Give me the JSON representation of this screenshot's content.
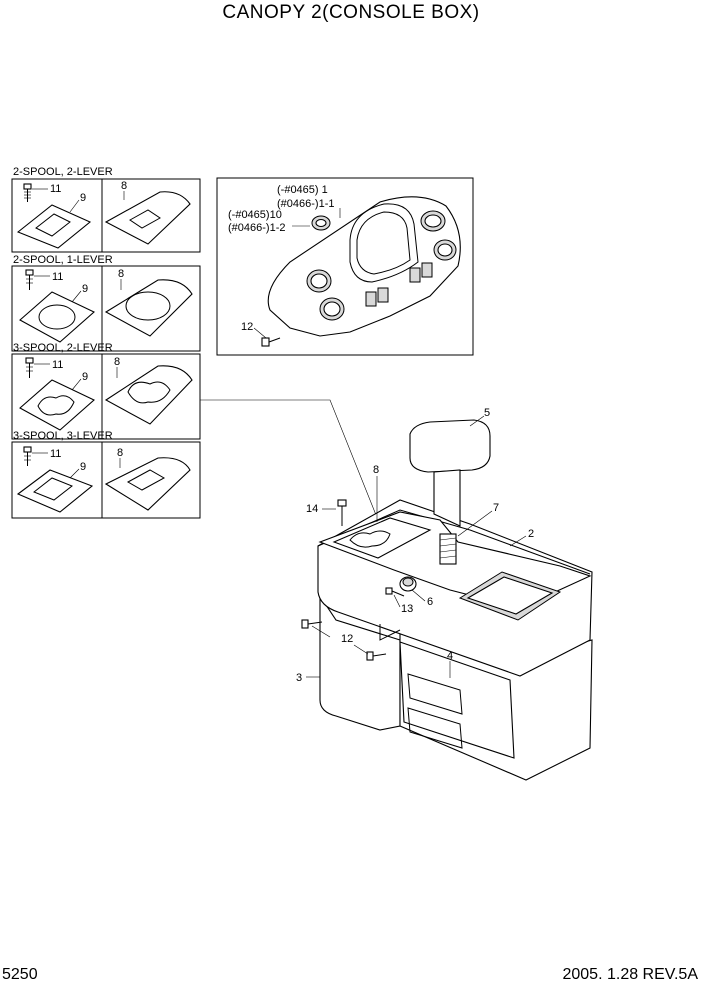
{
  "title": "CANOPY 2(CONSOLE BOX)",
  "page_number": "5250",
  "revision": "2005. 1.28  REV.5A",
  "variants": [
    {
      "label": "2-SPOOL, 2-LEVER",
      "bolt_no": "11",
      "plate_no": "9",
      "cover_no": "8"
    },
    {
      "label": "2-SPOOL, 1-LEVER",
      "bolt_no": "11",
      "plate_no": "9",
      "cover_no": "8"
    },
    {
      "label": "3-SPOOL, 2-LEVER",
      "bolt_no": "11",
      "plate_no": "9",
      "cover_no": "8"
    },
    {
      "label": "3-SPOOL, 3-LEVER",
      "bolt_no": "11",
      "plate_no": "9",
      "cover_no": "8"
    }
  ],
  "dash_panel": {
    "callout_a1": "(-#0465) 1",
    "callout_a2": "(#0466-)1-1",
    "callout_b1": "(-#0465)10",
    "callout_b2": "(#0466-)1-2",
    "bolt_no": "12"
  },
  "main_callouts": {
    "armrest": "5",
    "cover": "8",
    "bolt_top": "14",
    "spring": "7",
    "box": "2",
    "knob": "6",
    "screw": "13",
    "bolt_side": "12",
    "panel": "4",
    "side_cover": "3"
  }
}
